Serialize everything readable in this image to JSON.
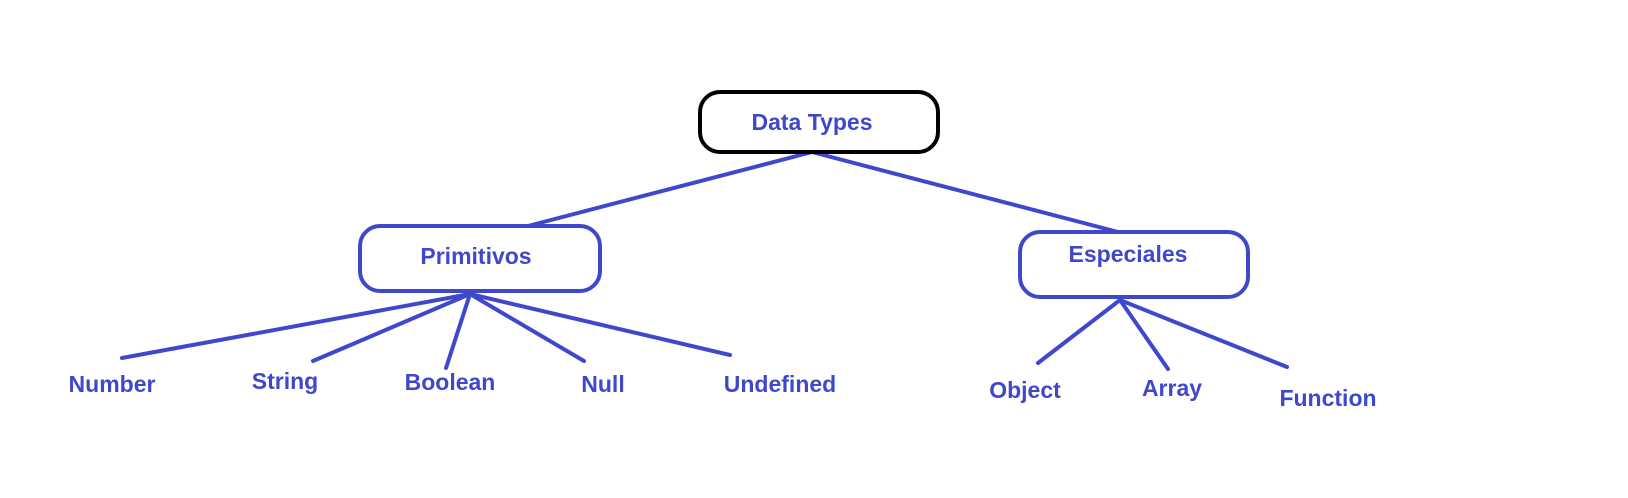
{
  "colors": {
    "accent": "#3f48cc",
    "root_border": "#000000",
    "background": "#ffffff"
  },
  "root": {
    "label": "Data Types"
  },
  "categories": [
    {
      "label": "Primitivos",
      "children": [
        "Number",
        "String",
        "Boolean",
        "Null",
        "Undefined"
      ]
    },
    {
      "label": "Especiales",
      "children": [
        "Object",
        "Array",
        "Function"
      ]
    }
  ]
}
